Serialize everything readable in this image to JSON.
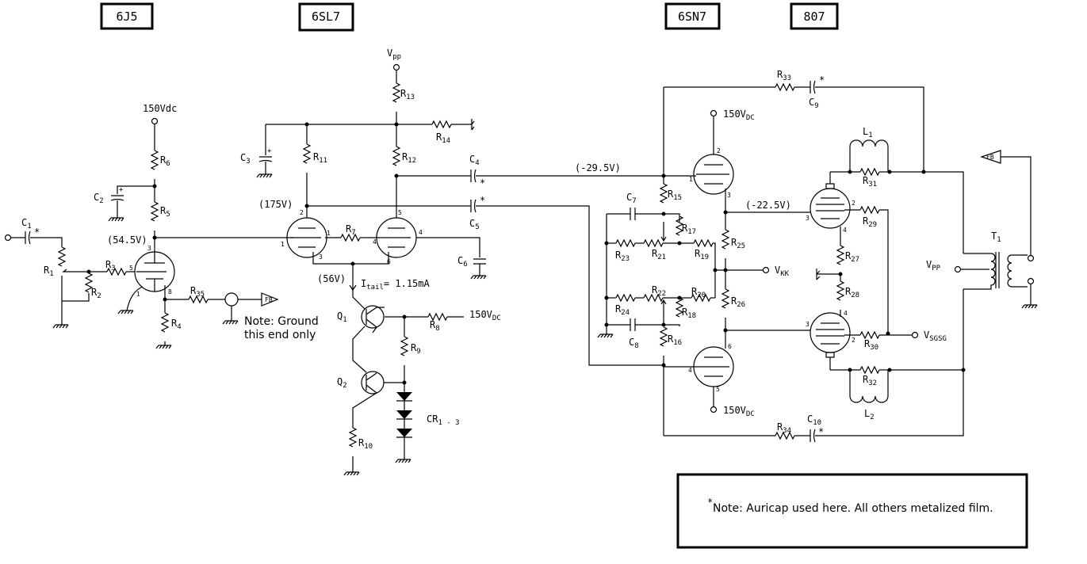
{
  "tubes": {
    "t1": "6J5",
    "t2": "6SL7",
    "t3": "6SN7",
    "t4": "807"
  },
  "labels": {
    "vpp": "V",
    "vpp_sub": "pp",
    "v150_left": "150Vdc",
    "v545": "(54.5V)",
    "v175": "(175V)",
    "v56": "(56V)",
    "m295": "(-29.5V)",
    "m225": "(-22.5V)",
    "itail": "I",
    "itail_sub": "tail",
    "itail_val": "= 1.15mA",
    "vdc": "150V",
    "vdc_sub": "DC",
    "vkk": "V",
    "vkk_sub": "KK",
    "vppr": "V",
    "vppr_sub": "PP",
    "vsgsg": "V",
    "vsgsg_sub": "SGSG",
    "gnd_note1": "Note: Ground",
    "gnd_note2": "this end only",
    "fb": "FB",
    "cr": "CR",
    "cr_sub": "1 - 3"
  },
  "components": {
    "R1": [
      "R",
      "1"
    ],
    "R2": [
      "R",
      "2"
    ],
    "R3": [
      "R",
      "3"
    ],
    "R4": [
      "R",
      "4"
    ],
    "R5": [
      "R",
      "5"
    ],
    "R6": [
      "R",
      "6"
    ],
    "R7": [
      "R",
      "7"
    ],
    "R8": [
      "R",
      "8"
    ],
    "R9": [
      "R",
      "9"
    ],
    "R10": [
      "R",
      "10"
    ],
    "R11": [
      "R",
      "11"
    ],
    "R12": [
      "R",
      "12"
    ],
    "R13": [
      "R",
      "13"
    ],
    "R14": [
      "R",
      "14"
    ],
    "R15": [
      "R",
      "15"
    ],
    "R16": [
      "R",
      "16"
    ],
    "R17": [
      "R",
      "17"
    ],
    "R18": [
      "R",
      "18"
    ],
    "R19": [
      "R",
      "19"
    ],
    "R20": [
      "R",
      "20"
    ],
    "R21": [
      "R",
      "21"
    ],
    "R22": [
      "R",
      "22"
    ],
    "R23": [
      "R",
      "23"
    ],
    "R24": [
      "R",
      "24"
    ],
    "R25": [
      "R",
      "25"
    ],
    "R26": [
      "R",
      "26"
    ],
    "R27": [
      "R",
      "27"
    ],
    "R28": [
      "R",
      "28"
    ],
    "R29": [
      "R",
      "29"
    ],
    "R30": [
      "R",
      "30"
    ],
    "R31": [
      "R",
      "31"
    ],
    "R32": [
      "R",
      "32"
    ],
    "R33": [
      "R",
      "33"
    ],
    "R34": [
      "R",
      "34"
    ],
    "R35": [
      "R",
      "35"
    ],
    "C1": [
      "C",
      "1"
    ],
    "C2": [
      "C",
      "2"
    ],
    "C3": [
      "C",
      "3"
    ],
    "C4": [
      "C",
      "4"
    ],
    "C5": [
      "C",
      "5"
    ],
    "C6": [
      "C",
      "6"
    ],
    "C7": [
      "C",
      "7"
    ],
    "C8": [
      "C",
      "8"
    ],
    "C9": [
      "C",
      "9"
    ],
    "C10": [
      "C",
      "10"
    ],
    "L1": [
      "L",
      "1"
    ],
    "L2": [
      "L",
      "2"
    ],
    "T1": [
      "T",
      "1"
    ],
    "Q1": [
      "Q",
      "1"
    ],
    "Q2": [
      "Q",
      "2"
    ]
  },
  "note": {
    "star": "*",
    "text": "Note: Auricap used here. All others metalized film."
  }
}
